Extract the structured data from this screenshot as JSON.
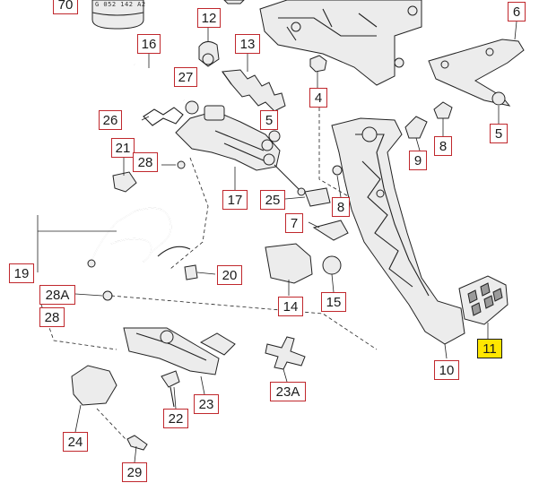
{
  "diagram": {
    "part_code": "G 052 142 A2",
    "highlight_color": "#ffe600",
    "callout_border_color": "#c0282d",
    "callouts": {
      "c70": "70",
      "c12": "12",
      "c6": "6",
      "c16": "16",
      "c13": "13",
      "c27": "27",
      "c4": "4",
      "c26": "26",
      "c5a": "5",
      "c5b": "5",
      "c21": "21",
      "c28a": "28",
      "c8a": "8",
      "c9": "9",
      "c17": "17",
      "c25": "25",
      "c8b": "8",
      "c7": "7",
      "c19": "19",
      "c20": "20",
      "c28A": "28A",
      "c28b": "28",
      "c14": "14",
      "c15": "15",
      "c11": "11",
      "c10": "10",
      "c23A": "23A",
      "c22": "22",
      "c23": "23",
      "c24": "24",
      "c29": "29"
    }
  }
}
